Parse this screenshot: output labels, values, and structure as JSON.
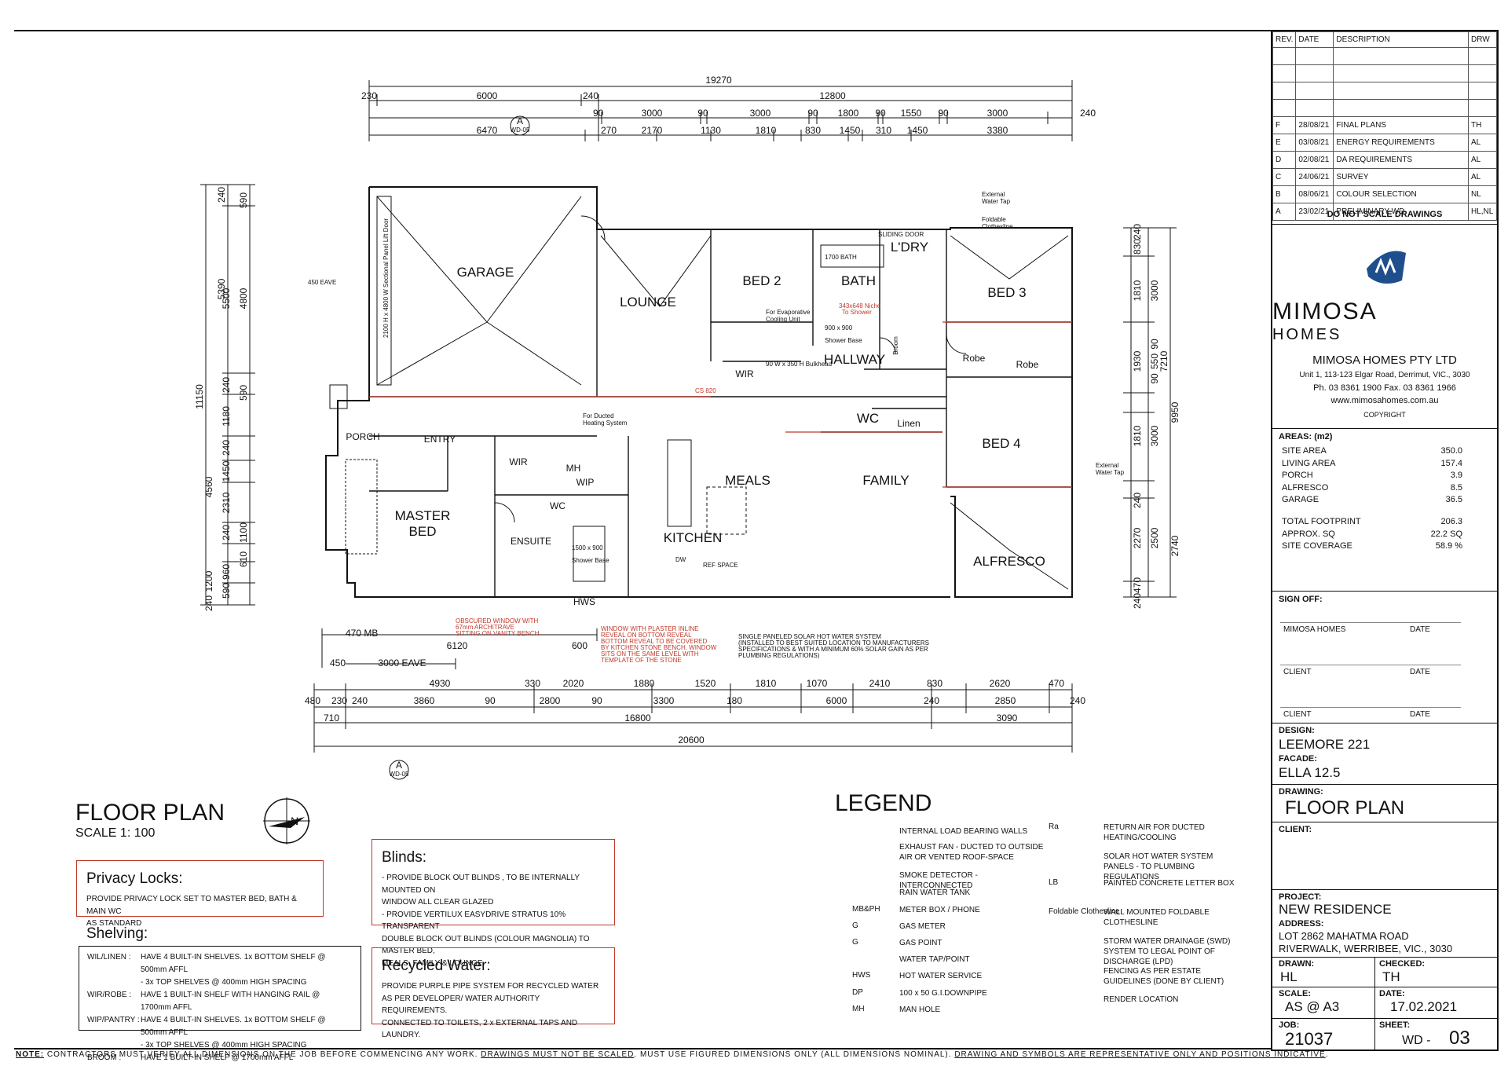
{
  "plan": {
    "rooms": {
      "garage": "GARAGE",
      "lounge": "LOUNGE",
      "bed2": "BED 2",
      "bath": "BATH",
      "ldry": "L'DRY",
      "bed3": "BED 3",
      "hallway": "HALLWAY",
      "wir": "WIR",
      "wc": "WC",
      "linen": "Linen",
      "robe1": "Robe",
      "robe2": "Robe",
      "bed4": "BED 4",
      "porch": "PORCH",
      "entry": "ENTRY",
      "wir2": "WIR",
      "mh": "MH",
      "wip": "WIP",
      "meals": "MEALS",
      "family": "FAMILY",
      "master_bed_1": "MASTER",
      "master_bed_2": "BED",
      "ensuite": "ENSUITE",
      "wc2": "WC",
      "kitchen": "KITCHEN",
      "alfresco": "ALFRESCO",
      "broom": "Broom"
    },
    "dims_top": {
      "overall": "19270",
      "a": "230",
      "b": "6000",
      "c": "240",
      "d": "12800",
      "e1": "90",
      "e2": "3000",
      "e3": "90",
      "e4": "3000",
      "e5": "90",
      "e6": "1800",
      "e7": "90",
      "e8": "1550",
      "e9": "90",
      "e10": "3000",
      "e11": "240",
      "f1": "6470",
      "f2": "270",
      "f3": "2170",
      "f4": "1130",
      "f5": "1810",
      "f6": "830",
      "f7": "1450",
      "f8": "310",
      "f9": "1450",
      "f10": "3380"
    },
    "dims_left": {
      "overall": "11150",
      "a1": "240",
      "a2": "590",
      "b1": "5390",
      "b2": "5500",
      "b3": "4800",
      "c1": "240",
      "c2": "590",
      "d1": "1180",
      "d2": "4560",
      "e1": "240",
      "e2": "1450",
      "e3": "2310",
      "f1": "240",
      "f2": "1100",
      "g1": "1200",
      "g2": "960",
      "g3": "610",
      "g4": "590",
      "g5": "240"
    },
    "dims_right": {
      "overall": "9950",
      "a": "240",
      "b": "830",
      "c": "1810",
      "d": "3000",
      "e": "1930",
      "f": "7210",
      "g": "90",
      "h": "550",
      "i": "90",
      "j": "1810",
      "k": "3000",
      "l": "240",
      "m": "2270",
      "n": "2500",
      "o": "2740",
      "p": "470",
      "q": "240"
    },
    "dims_bottom": {
      "a": "470 MB",
      "b": "6120",
      "c": "600",
      "d": "450",
      "e": "3000 EAVE",
      "r1": "4930",
      "r2": "330",
      "r3": "2020",
      "r4": "1880",
      "r5": "1520",
      "r6": "1810",
      "r7": "1070",
      "r8": "2410",
      "r9": "830",
      "r10": "2620",
      "r11": "470",
      "s1": "480",
      "s2": "230",
      "s3": "240",
      "s4": "3860",
      "s5": "90",
      "s6": "2800",
      "s7": "90",
      "s8": "3300",
      "s9": "180",
      "s10": "6000",
      "s11": "240",
      "s12": "2850",
      "s13": "240",
      "t1": "710",
      "t2": "16800",
      "t3": "3090",
      "overall": "20600"
    },
    "annotations": {
      "ext_tap_1": "External",
      "ext_tap_2": "Water Tap",
      "clothesline_1": "Foldable",
      "clothesline_2": "Clothesline",
      "ext_tap_r1": "External",
      "ext_tap_r2": "Water Tap",
      "sectional_door": "2100 H x 4800 W Sectional Panel Lift Door",
      "evap_1": "For Evaporative",
      "evap_2": "Cooling Unit",
      "ducted_1": "For Ducted",
      "ducted_2": "Heating System",
      "solar_1": "SINGLE PANELED SOLAR HOT WATER SYSTEM",
      "solar_2": "(INSTALLED TO BEST SUITED LOCATION TO MANUFACTURERS",
      "solar_3": "SPECIFICATIONS & WITH A MINIMUM 60% SOLAR GAIN AS PER",
      "solar_4": "PLUMBING REGULATIONS)",
      "obscured_1": "OBSCURED WINDOW WITH",
      "obscured_2": "67mm ARCHITRAVE",
      "obscured_3": "SITTING ON VANITY BENCH",
      "plaster_1": "WINDOW WITH PLASTER INLINE",
      "plaster_2": "REVEAL ON BOTTOM REVEAL",
      "plaster_3": "BOTTOM REVEAL TO BE COVERED",
      "plaster_4": "BY KITCHEN STONE BENCH. WINDOW",
      "plaster_5": "SITS ON THE SAME LEVEL WITH",
      "plaster_6": "TEMPLATE OF THE STONE",
      "bath_1700": "1700 BATH",
      "niche_1": "343x648 Niche",
      "niche_2": "To Shower",
      "shower_base": "900 x 900",
      "shower_base2": "Shower Base",
      "shower_ens": "1500 x 900",
      "shower_ens2": "Shower Base",
      "bulkhead": "90 W x 350 H Bulkhead",
      "sliding_door": "SLIDING DOOR",
      "hws": "HWS",
      "cs": "CS 820",
      "ref_space": "REF SPACE",
      "dw": "DW",
      "eave1": "450 EAVE",
      "section_a": "A",
      "section_ref": "WD-05"
    }
  },
  "floor_plan": {
    "title": "FLOOR PLAN",
    "scale": "SCALE 1: 100"
  },
  "privacy": {
    "title": "Privacy Locks:",
    "text_1": "PROVIDE PRIVACY LOCK SET TO MASTER BED, BATH & MAIN WC",
    "text_2": "AS STANDARD"
  },
  "blinds": {
    "title": "Blinds:",
    "l1": "- PROVIDE BLOCK OUT BLINDS , TO BE INTERNALLY MOUNTED ON",
    "l2": "WINDOW ALL CLEAR GLAZED",
    "l3": "- PROVIDE  VERTILUX EASYDRIVE STRATUS 10% TRANSPARENT",
    "l4": "DOUBLE BLOCK OUT BLINDS (COLOUR MAGNOLIA) TO MASTER BED,",
    "l5": "MEALS, FAMILY & LOUNGE"
  },
  "recycled": {
    "title": "Recycled Water:",
    "l1": "PROVIDE PURPLE PIPE SYSTEM FOR RECYCLED WATER",
    "l2": "AS PER DEVELOPER/ WATER AUTHORITY REQUIREMENTS.",
    "l3": "CONNECTED TO TOILETS, 2 x EXTERNAL TAPS AND LAUNDRY."
  },
  "shelving": {
    "title": "Shelving:",
    "rows": [
      {
        "k": "WIL/LINEN :",
        "v": "HAVE 4 BUILT-IN SHELVES. 1x BOTTOM SHELF @ 500mm AFFL"
      },
      {
        "k": "",
        "v": "- 3x TOP SHELVES @ 400mm HIGH SPACING"
      },
      {
        "k": "WIR/ROBE :",
        "v": "HAVE 1 BUILT-IN SHELF WITH HANGING RAIL @ 1700mm AFFL"
      },
      {
        "k": "WIP/PANTRY :",
        "v": "HAVE 4 BUILT-IN SHELVES. 1x BOTTOM SHELF @ 500mm AFFL"
      },
      {
        "k": "",
        "v": "- 3x TOP SHELVES @ 400mm HIGH SPACING"
      },
      {
        "k": "BROOM :",
        "v": "HAVE 1 BUILT-IN SHELF @ 1700mm AFFL"
      }
    ]
  },
  "legend": {
    "title": "LEGEND",
    "left": [
      {
        "sym": "",
        "text": "INTERNAL LOAD BEARING WALLS"
      },
      {
        "sym": "",
        "text": "EXHAUST FAN - DUCTED TO OUTSIDE AIR OR VENTED ROOF-SPACE"
      },
      {
        "sym": "",
        "text": "SMOKE DETECTOR - INTERCONNECTED"
      },
      {
        "sym": "",
        "text": "RAIN WATER TANK"
      },
      {
        "sym": "MB&PH",
        "text": "METER BOX / PHONE"
      },
      {
        "sym": "G",
        "text": "GAS METER"
      },
      {
        "sym": "G",
        "text": "GAS POINT"
      },
      {
        "sym": "",
        "text": "WATER TAP/POINT"
      },
      {
        "sym": "HWS",
        "text": "HOT WATER SERVICE"
      },
      {
        "sym": "DP",
        "text": "100 x 50 G.I.DOWNPIPE"
      },
      {
        "sym": "MH",
        "text": "MAN HOLE"
      }
    ],
    "right": [
      {
        "sym": "Ra",
        "text": "RETURN AIR FOR DUCTED HEATING/COOLING"
      },
      {
        "sym": "",
        "text": "SOLAR HOT WATER SYSTEM PANELS - TO PLUMBING REGULATIONS"
      },
      {
        "sym": "LB",
        "text": "PAINTED CONCRETE LETTER BOX"
      },
      {
        "sym": "Foldable Clothesline",
        "text": "WALL MOUNTED FOLDABLE CLOTHESLINE"
      },
      {
        "sym": "",
        "text": "STORM WATER DRAINAGE (SWD) SYSTEM TO LEGAL POINT OF DISCHARGE (LPD)"
      },
      {
        "sym": "",
        "text": "FENCING AS PER ESTATE GUIDELINES (DONE BY CLIENT)"
      },
      {
        "sym": "",
        "text": "RENDER LOCATION"
      }
    ]
  },
  "title_block": {
    "rev_headers": [
      "REV.",
      "DATE",
      "DESCRIPTION",
      "DRW"
    ],
    "revisions": [
      [
        "",
        "",
        "",
        ""
      ],
      [
        "",
        "",
        "",
        ""
      ],
      [
        "",
        "",
        "",
        ""
      ],
      [
        "",
        "",
        "",
        ""
      ],
      [
        "F",
        "28/08/21",
        "FINAL PLANS",
        "TH"
      ],
      [
        "E",
        "03/08/21",
        "ENERGY REQUIREMENTS",
        "AL"
      ],
      [
        "D",
        "02/08/21",
        "DA REQUIREMENTS",
        "AL"
      ],
      [
        "C",
        "24/06/21",
        "SURVEY",
        "AL"
      ],
      [
        "B",
        "08/06/21",
        "COLOUR SELECTION",
        "NL"
      ],
      [
        "A",
        "23/02/21",
        "PRELIMINARY WD",
        "HL,NL"
      ]
    ],
    "do_not_scale": "DO NOT SCALE DRAWINGS",
    "brand": "MIMOSA",
    "brand_sub": "HOMES",
    "company": "MIMOSA HOMES PTY LTD",
    "address": "Unit 1, 113-123 Elgar Road, Derrimut, VIC., 3030",
    "phone": "Ph. 03 8361 1900   Fax. 03 8361 1966",
    "web": "www.mimosahomes.com.au",
    "copyright": "COPYRIGHT",
    "areas_title": "AREAS: (m2)",
    "areas": [
      {
        "k": "SITE AREA",
        "v": "350.0"
      },
      {
        "k": "LIVING AREA",
        "v": "157.4"
      },
      {
        "k": "PORCH",
        "v": "3.9"
      },
      {
        "k": "ALFRESCO",
        "v": "8.5"
      },
      {
        "k": "GARAGE",
        "v": "36.5"
      }
    ],
    "areas2": [
      {
        "k": "TOTAL FOOTPRINT",
        "v": "206.3"
      },
      {
        "k": "APPROX. SQ",
        "v": "22.2 SQ"
      },
      {
        "k": "SITE COVERAGE",
        "v": "58.9 %"
      }
    ],
    "sign_off": "SIGN OFF:",
    "sign_rows": [
      {
        "k": "MIMOSA HOMES",
        "v": "DATE"
      },
      {
        "k": "CLIENT",
        "v": "DATE"
      },
      {
        "k": "CLIENT",
        "v": "DATE"
      }
    ],
    "design_label": "DESIGN:",
    "design": "LEEMORE 221",
    "facade_label": "FACADE:",
    "facade": "ELLA 12.5",
    "drawing_label": "DRAWING:",
    "drawing": "FLOOR PLAN",
    "client_label": "CLIENT:",
    "project_label": "PROJECT:",
    "project": "NEW RESIDENCE",
    "address_label": "ADDRESS:",
    "site_addr_1": "LOT 2862 MAHATMA ROAD",
    "site_addr_2": "RIVERWALK, WERRIBEE, VIC., 3030",
    "drawn_label": "DRAWN:",
    "drawn": "HL",
    "checked_label": "CHECKED:",
    "checked": "TH",
    "scale_label": "SCALE:",
    "scale": "AS @ A3",
    "date_label": "DATE:",
    "date": "17.02.2021",
    "job_label": "JOB:",
    "job": "21037",
    "sheet_label": "SHEET:",
    "sheet_prefix": "WD -",
    "sheet": "03"
  },
  "footer": {
    "note_label": "NOTE:",
    "note_1": " CONTRACTORS MUST VERIFY ALL DIMENSIONS ON THE JOB BEFORE COMMENCING ANY WORK. ",
    "note_2": "DRAWINGS MUST NOT BE SCALED",
    "note_3": ". MUST USE FIGURED DIMENSIONS ONLY (ALL DIMENSIONS NOMINAL). ",
    "note_4": "DRAWING AND SYMBOLS ARE REPRESENTATIVE ONLY AND POSITIONS INDICATIVE",
    "note_5": "."
  },
  "colors": {
    "line": "#111111",
    "red": "#c0392b"
  }
}
